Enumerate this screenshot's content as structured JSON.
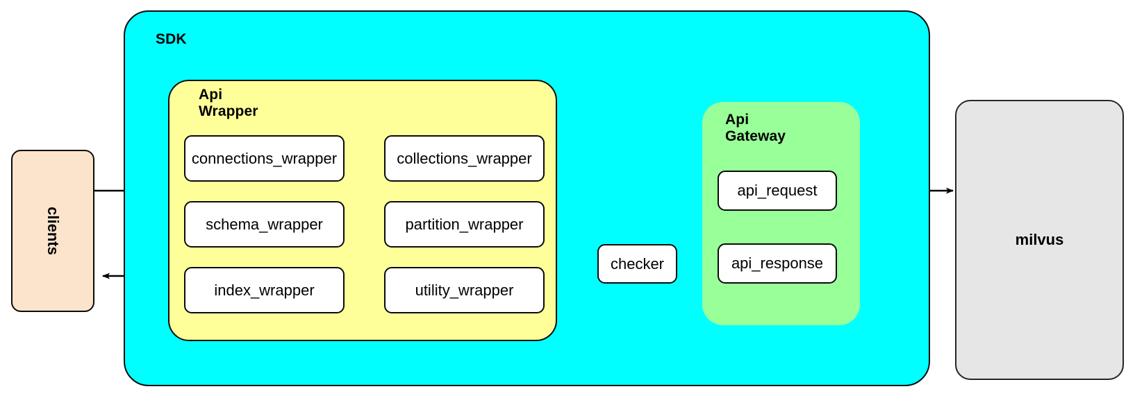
{
  "diagram": {
    "title_nodes": {
      "sdk": "SDK",
      "api_wrapper": "Api\nWrapper",
      "api_gateway": "Api\nGateway"
    },
    "clients": {
      "label": "clients"
    },
    "milvus": {
      "label": "milvus"
    },
    "api_wrapper_modules": [
      {
        "label": "connections_wrapper"
      },
      {
        "label": "collections_wrapper"
      },
      {
        "label": "schema_wrapper"
      },
      {
        "label": "partition_wrapper"
      },
      {
        "label": "index_wrapper"
      },
      {
        "label": "utility_wrapper"
      }
    ],
    "api_gateway_modules": [
      {
        "label": "api_request"
      },
      {
        "label": "api_response"
      }
    ],
    "checker": {
      "label": "checker"
    },
    "colors": {
      "sdk_fill": "#00ffff",
      "api_wrapper_fill": "#ffff99",
      "api_gateway_fill": "#99ff99",
      "clients_fill": "#fce3cb",
      "milvus_fill": "#e6e6e6",
      "leaf_fill": "#ffffff",
      "stroke": "#0a0a0a",
      "canvas": "#ffffff"
    },
    "edges": [
      {
        "from": "clients",
        "to": "api_wrapper",
        "direction": "right"
      },
      {
        "from": "api_wrapper",
        "to": "api_gateway",
        "direction": "right"
      },
      {
        "from": "api_request",
        "to": "milvus",
        "direction": "right"
      },
      {
        "from": "milvus",
        "to": "api_response",
        "direction": "left"
      },
      {
        "from": "api_response",
        "to": "checker",
        "direction": "left"
      },
      {
        "from": "checker",
        "to": "api_wrapper",
        "direction": "left"
      },
      {
        "from": "sdk",
        "to": "clients",
        "direction": "left"
      }
    ]
  }
}
